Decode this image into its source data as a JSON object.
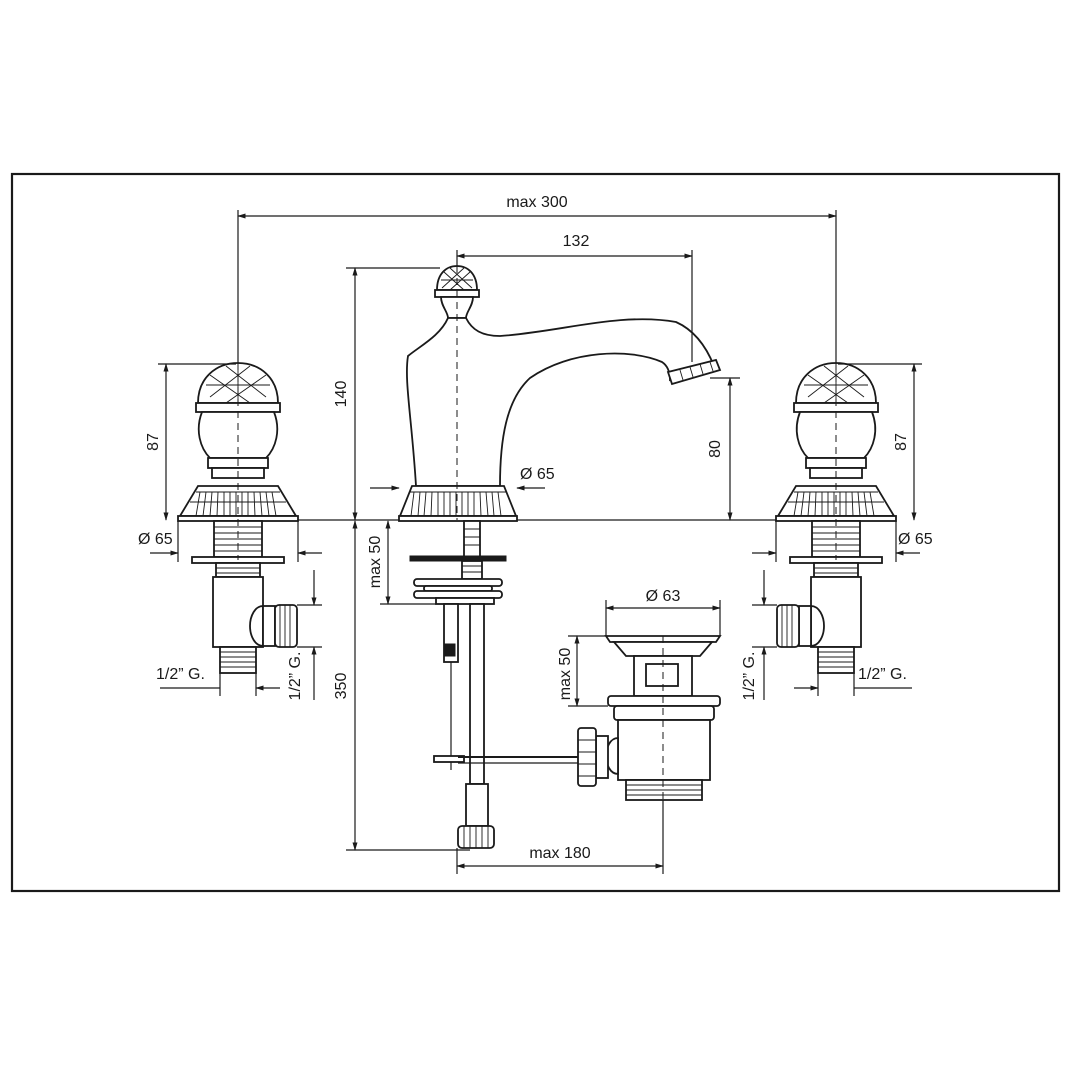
{
  "dimensions": {
    "overall_width": "max 300",
    "spout_reach": "132",
    "spout_height": "140",
    "left_handle_height": "87",
    "right_handle_height": "87",
    "spout_outlet_height": "80",
    "spout_base_diameter": "Ø 65",
    "left_base_diameter": "Ø 65",
    "right_base_diameter": "Ø 65",
    "deck_thickness": "max 50",
    "waste_deck_thickness": "max 50",
    "waste_diameter": "Ø 63",
    "left_connection_horizontal": "1/2” G.",
    "left_connection_vertical": "1/2” G.",
    "right_connection_horizontal": "1/2” G.",
    "right_connection_vertical": "1/2” G.",
    "under_deck_height": "350",
    "waste_offset": "max 180"
  },
  "colors": {
    "ink": "#1a1a1a",
    "paper": "#ffffff"
  }
}
